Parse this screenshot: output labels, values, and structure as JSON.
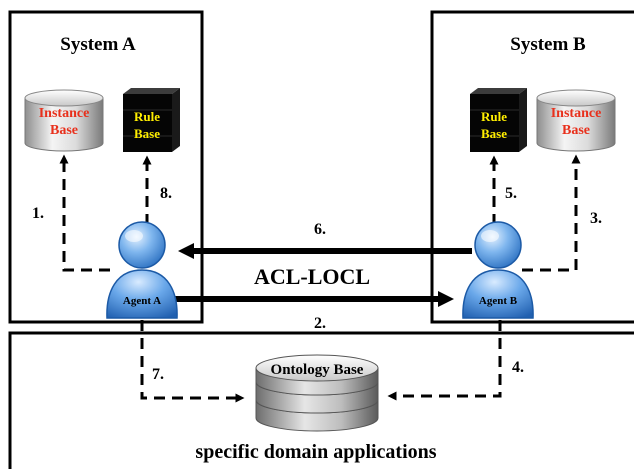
{
  "systems": {
    "a": {
      "title": "System  A"
    },
    "b": {
      "title": "System  B"
    }
  },
  "stores": {
    "instance_label_line1": "Instance",
    "instance_label_line2": "Base",
    "rule_label_line1": "Rule",
    "rule_label_line2": "Base",
    "ontology_label": "Ontology Base"
  },
  "agents": {
    "a": "Agent A",
    "b": "Agent B"
  },
  "protocol_label": "ACL-LOCL",
  "domain_label": "specific domain  applications",
  "steps": {
    "s1": "1.",
    "s2": "2.",
    "s3": "3.",
    "s4": "4.",
    "s5": "5.",
    "s6": "6.",
    "s7": "7.",
    "s8": "8."
  },
  "colors": {
    "instance_text": "#e8301c",
    "rule_text": "#ffee00",
    "agent_blue": "#3d86d6",
    "border": "#000000"
  }
}
